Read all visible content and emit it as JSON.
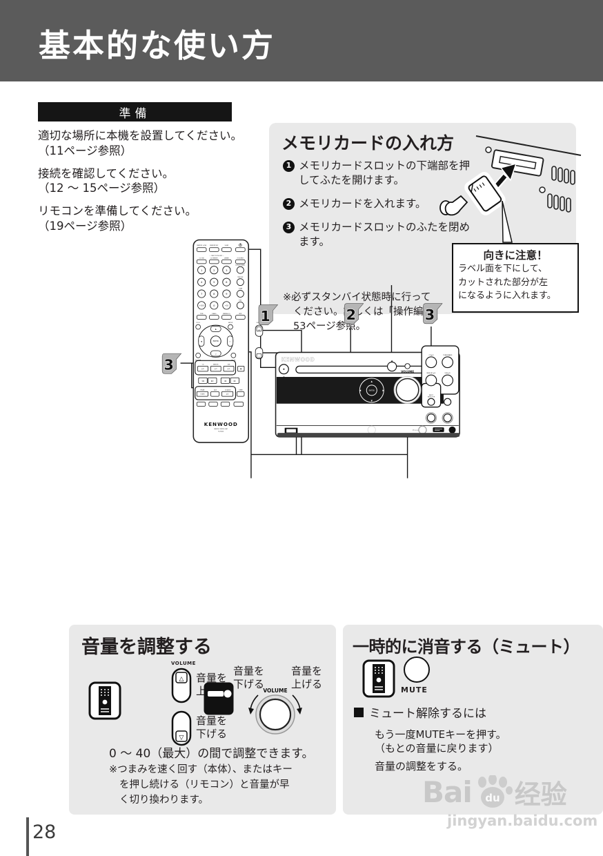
{
  "page": {
    "title": "基本的な使い方",
    "number": "28"
  },
  "colors": {
    "header_bg": "#5b5b5b",
    "section_bar_bg": "#151515",
    "panel_bg": "#e9e9e9",
    "flag_fill": "#b5b5b5",
    "ink": "#231f20"
  },
  "preparation": {
    "heading": "準備",
    "items": [
      {
        "text": "適切な場所に本機を設置してください。",
        "ref": "（11ページ参照）"
      },
      {
        "text": "接続を確認してください。",
        "ref": "（12 ～ 15ページ参照）"
      },
      {
        "text": "リモコンを準備してください。",
        "ref": "（19ページ参照）"
      }
    ]
  },
  "memory_card": {
    "title": "メモリカードの入れ方",
    "steps": [
      {
        "num": "1",
        "text": "メモリカードスロットの下端部を押してふたを開けます。"
      },
      {
        "num": "2",
        "text": "メモリカードを入れます。"
      },
      {
        "num": "3",
        "text": "メモリカードスロットのふたを閉めます。"
      }
    ],
    "note_lines": [
      "※必ずスタンバイ状態時に行って",
      "ください。詳しくは「操作編」",
      "53ページ参照。"
    ],
    "caution": {
      "title": "向きに注意！",
      "lines": [
        "ラベル面を下にして、",
        "カットされた部分が左",
        "になるように入れます。"
      ]
    }
  },
  "diagram": {
    "callout_1": "1",
    "callout_2": "2",
    "callout_3": "3",
    "remote": {
      "brand": "KENWOOD",
      "unit_line": "REMOTE CONTROL UNIT",
      "model": "RC-F0506",
      "top_buttons": [
        "MEMORY +USB",
        "MEMORY REC",
        "SLEEP"
      ],
      "one_touch": "— ONE TOUCH EDIT —",
      "one_touch_buttons": [
        "CD→USB",
        "CD→MEMORY",
        "DIMMER",
        "TITLE INPUT"
      ],
      "digits": [
        "1",
        "2",
        "3",
        "4",
        "5",
        "6",
        "7",
        "8",
        "9",
        "+100",
        "0",
        "+10"
      ],
      "side_labels": [
        "DISPLAY/CHARAC.",
        "TIME DISP.",
        "CLEAR",
        "FLAT"
      ],
      "eq_buttons": [
        "TONE",
        "D-BASS",
        "MANUAL EQ",
        "BPM"
      ],
      "tool": "TOOL",
      "setup": "SETUP",
      "volume": "VOLUME",
      "enter": "ENTER",
      "return": "RETURN",
      "mute": "MUTE",
      "source_labels": [
        "CD",
        "MEMORY",
        "USB"
      ],
      "play_pause": "►/II",
      "stop_glyph": "■",
      "transport": [
        "I◀◀",
        "▶▶I",
        "◀◀",
        "▶▶"
      ],
      "bottom_labels": [
        "FM/AM",
        "AUX",
        "CD AUDIO",
        "TIMER"
      ],
      "tuner": "TUNER"
    },
    "unit": {
      "brand": "KENWOOD",
      "volume": "VOLUME",
      "enter": "ENTER",
      "eject": "▲",
      "panel_labels": [
        "CD ►/II",
        "TUNER/BAND",
        "MEMORY ►/II",
        "USB ►/II"
      ],
      "input_selector": [
        "INPUT",
        "SELECTOR"
      ],
      "phones": "Phones"
    }
  },
  "volume_section": {
    "title": "音量を調整する",
    "volume_label": "VOLUME",
    "up_label": "音量を上げる",
    "down_label": "音量を下げる",
    "range_text": "0 ～ 40（最大）の間で調整できます。",
    "note_lines": [
      "※つまみを速く回す（本体）、またはキー",
      "を押し続ける（リモコン）と音量が早",
      "く切り換わります。"
    ]
  },
  "mute_section": {
    "title": "一時的に消音する（ミュート）",
    "mute_label": "MUTE",
    "unmute_heading": "ミュート解除するには",
    "lines": [
      "もう一度MUTEキーを押す。",
      "（もとの音量に戻ります）",
      "音量の調整をする。"
    ]
  },
  "watermark": {
    "part1": "Bai",
    "part2": "du",
    "cn": "经验",
    "url": "jingyan.baidu.com"
  }
}
